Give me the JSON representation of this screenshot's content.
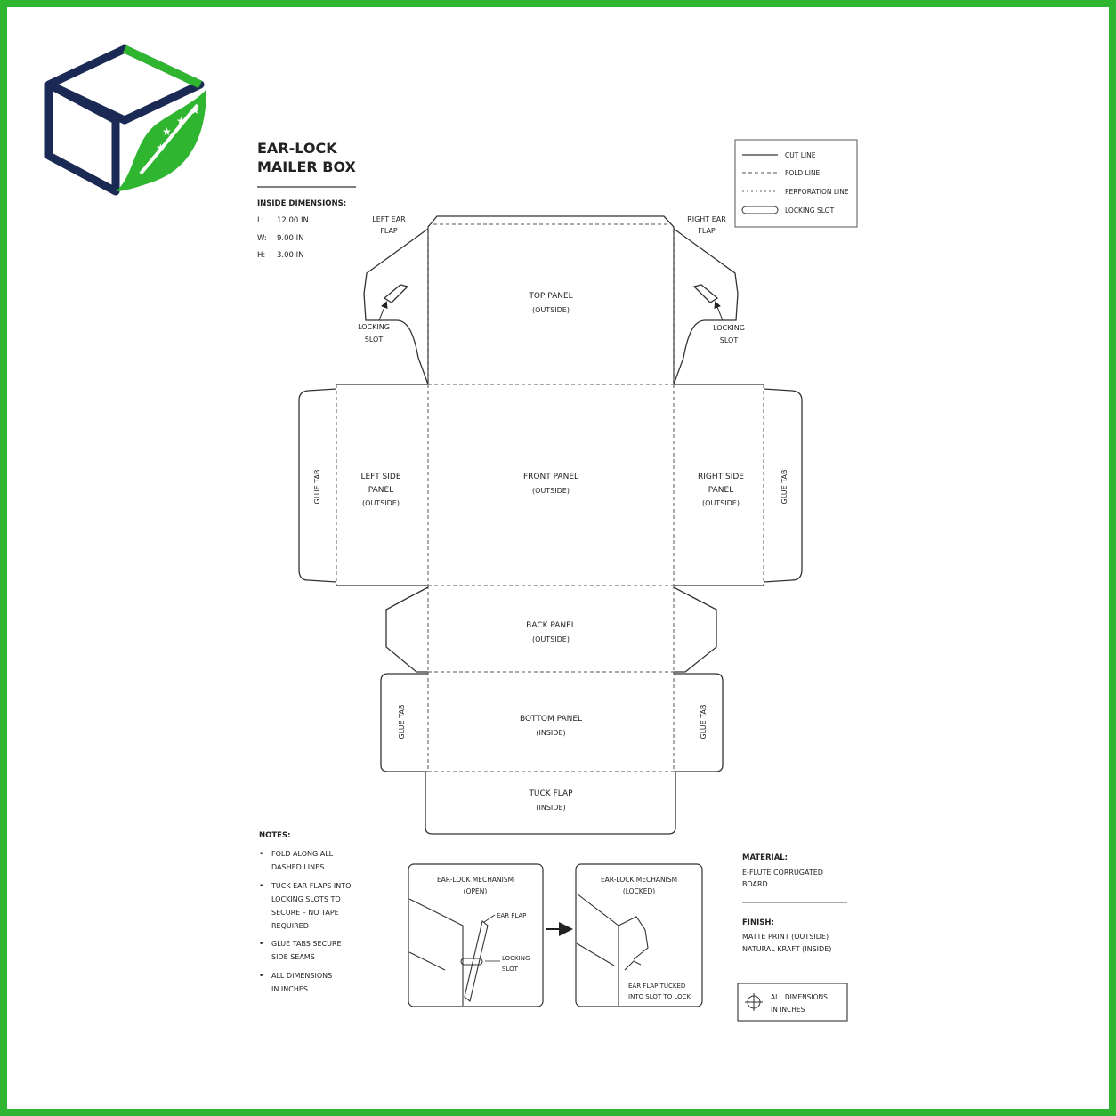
{
  "brand": {
    "logo": "box-with-leaf-logo",
    "accent": "#2fb52f",
    "navy": "#1b2a55"
  },
  "title": {
    "line1": "EAR-LOCK",
    "line2": "MAILER BOX"
  },
  "dimensions": {
    "heading": "INSIDE DIMENSIONS:",
    "rows": [
      {
        "key": "L:",
        "value": "12.00 IN"
      },
      {
        "key": "W:",
        "value": "9.00 IN"
      },
      {
        "key": "H:",
        "value": "3.00 IN"
      }
    ]
  },
  "legend": {
    "items": [
      {
        "label": "CUT LINE",
        "style": "solid"
      },
      {
        "label": "FOLD LINE",
        "style": "dashed"
      },
      {
        "label": "PERFORATION LINE",
        "style": "dotted"
      },
      {
        "label": "LOCKING SLOT",
        "style": "slot"
      }
    ]
  },
  "dieline": {
    "left_ear": [
      "LEFT EAR",
      "FLAP"
    ],
    "right_ear": [
      "RIGHT EAR",
      "FLAP"
    ],
    "left_slot": [
      "LOCKING",
      "SLOT"
    ],
    "right_slot": [
      "LOCKING",
      "SLOT"
    ],
    "top_panel": [
      "TOP PANEL",
      "(OUTSIDE)"
    ],
    "front_panel": [
      "FRONT PANEL",
      "(OUTSIDE)"
    ],
    "left_side": [
      "LEFT SIDE",
      "PANEL",
      "(OUTSIDE)"
    ],
    "right_side": [
      "RIGHT SIDE",
      "PANEL",
      "(OUTSIDE)"
    ],
    "glue_tab": "GLUE TAB",
    "back_panel": [
      "BACK PANEL",
      "(OUTSIDE)"
    ],
    "bottom_panel": [
      "BOTTOM PANEL",
      "(INSIDE)"
    ],
    "tuck_flap": [
      "TUCK FLAP",
      "(INSIDE)"
    ]
  },
  "notes": {
    "heading": "NOTES:",
    "items": [
      [
        "FOLD ALONG ALL",
        "DASHED LINES"
      ],
      [
        "TUCK EAR FLAPS INTO",
        "LOCKING SLOTS TO",
        "SECURE – NO TAPE",
        "REQUIRED"
      ],
      [
        "GLUE TABS SECURE",
        "SIDE SEAMS"
      ],
      [
        "ALL DIMENSIONS",
        "IN INCHES"
      ]
    ]
  },
  "mechanism_open": {
    "title": [
      "EAR-LOCK MECHANISM",
      "(OPEN)"
    ],
    "ear_label": "EAR FLAP",
    "slot_label": [
      "LOCKING",
      "SLOT"
    ]
  },
  "mechanism_locked": {
    "title": [
      "EAR-LOCK MECHANISM",
      "(LOCKED)"
    ],
    "caption": [
      "EAR FLAP TUCKED",
      "INTO SLOT TO LOCK"
    ]
  },
  "material": {
    "heading": "MATERIAL:",
    "lines": [
      "E-FLUTE CORRUGATED",
      "BOARD"
    ]
  },
  "finish": {
    "heading": "FINISH:",
    "lines": [
      "MATTE PRINT (OUTSIDE)",
      "NATURAL KRAFT (INSIDE)"
    ]
  },
  "dimensions_note": [
    "ALL DIMENSIONS",
    "IN INCHES"
  ]
}
